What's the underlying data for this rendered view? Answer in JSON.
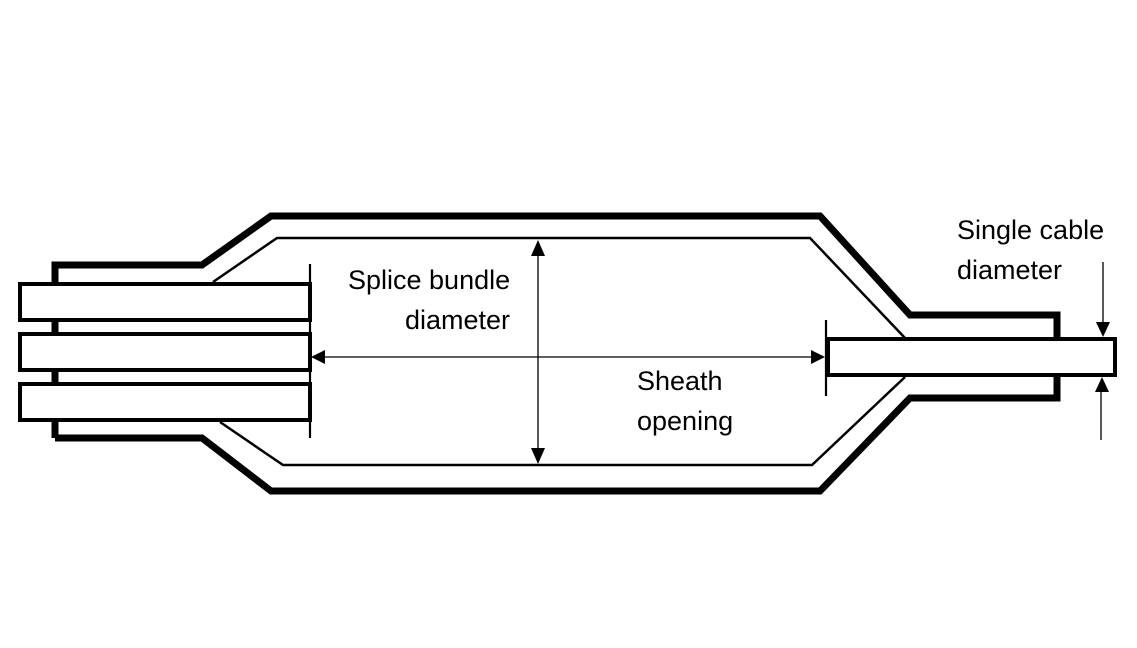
{
  "labels": {
    "splice_bundle_line1": "Splice bundle",
    "splice_bundle_line2": "diameter",
    "sheath_line1": "Sheath",
    "sheath_line2": "opening",
    "single_cable_line1": "Single cable",
    "single_cable_line2": "diameter"
  },
  "colors": {
    "stroke": "#000000",
    "background": "#ffffff"
  }
}
